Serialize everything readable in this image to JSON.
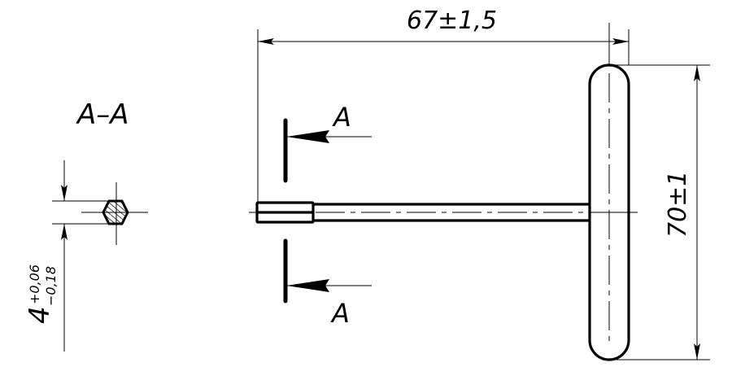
{
  "drawing": {
    "subject": "T-handle hex key",
    "section_view": {
      "title": "A–A",
      "shape": "hexagon",
      "dimension": {
        "nominal": "4",
        "upper_tolerance": "+0,06",
        "lower_tolerance": "−0,18"
      }
    },
    "main_view": {
      "section_marker_label_top": "A",
      "section_marker_label_bottom": "A",
      "length_dimension": "67±1,5",
      "handle_dimension": "70±1"
    }
  }
}
